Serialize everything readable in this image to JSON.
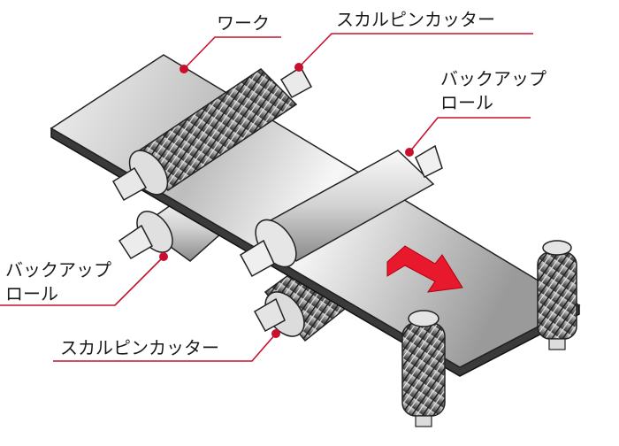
{
  "labels": {
    "work": "ワーク",
    "skiving_cutter_top": "スカルピンカッター",
    "backup_roll_right_line1": "バックアップ",
    "backup_roll_right_line2": "ロール",
    "backup_roll_left_line1": "バックアップ",
    "backup_roll_left_line2": "ロール",
    "skiving_cutter_bottom": "スカルピンカッター"
  },
  "colors": {
    "leader_line": "#c8102e",
    "feed_arrow": "#e8192c",
    "plate_light": "#e6e6e6",
    "plate_dark": "#8f8f8f",
    "edge": "#222222"
  },
  "icons": {
    "feed_direction": "arrow-right-down-icon"
  }
}
